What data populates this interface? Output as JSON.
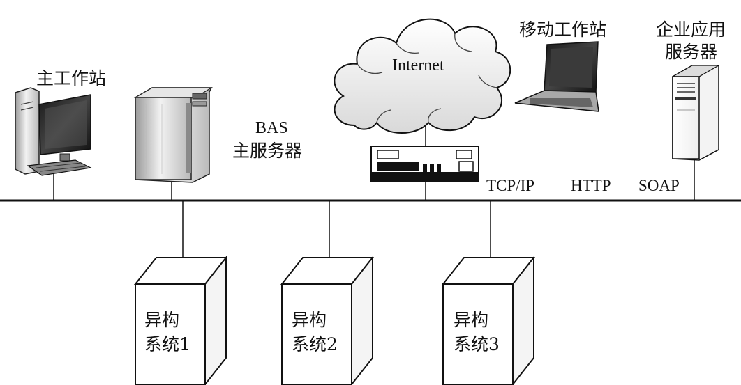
{
  "labels": {
    "main_workstation": "主工作站",
    "bas_line1": "BAS",
    "bas_line2": "主服务器",
    "internet": "Internet",
    "mobile_workstation": "移动工作站",
    "enterprise_line1": "企业应用",
    "enterprise_line2": "服务器",
    "tcpip": "TCP/IP",
    "http": "HTTP",
    "soap": "SOAP"
  },
  "systems": [
    {
      "line1": "异构",
      "line2": "系统1"
    },
    {
      "line1": "异构",
      "line2": "系统2"
    },
    {
      "line1": "异构",
      "line2": "系统3"
    }
  ],
  "colors": {
    "line": "#111111",
    "paper": "#ffffff"
  }
}
